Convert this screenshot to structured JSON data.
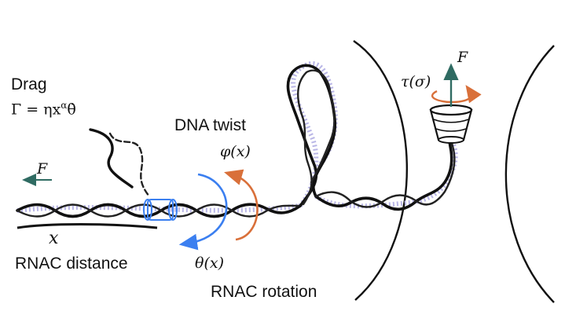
{
  "labels": {
    "drag": "Drag",
    "drag_eq": "Γ = ηx",
    "drag_eq_sup": "α",
    "drag_eq_tail": "θ̇",
    "dna_twist": "DNA twist",
    "phi": "φ(x)",
    "force_left": "F",
    "x_var": "x",
    "rnac_distance": "RNAC distance",
    "theta": "θ(x)",
    "rnac_rotation": "RNAC rotation",
    "tau": "τ(σ)",
    "force_right": "F"
  },
  "colors": {
    "blue_arrow": "#3b7ff0",
    "orange_arrow": "#d9703a",
    "force_arrow": "#2f6b62",
    "dna_fill": "#b9b6e6",
    "ink": "#111111"
  }
}
